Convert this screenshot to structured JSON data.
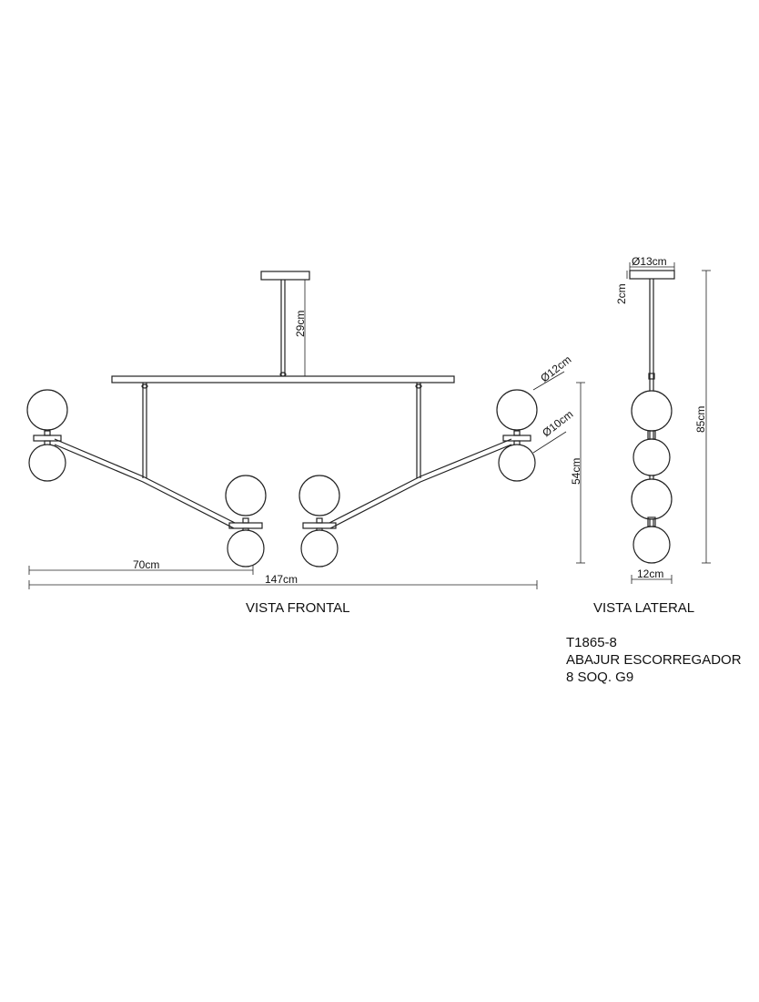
{
  "front_view": {
    "dim_height": "29cm",
    "dim_globe_large": "Ø12cm",
    "dim_globe_small": "Ø10cm",
    "dim_drop": "54cm",
    "dim_half_width": "70cm",
    "dim_total_width": "147cm",
    "caption": "VISTA FRONTAL"
  },
  "side_view": {
    "dim_canopy": "Ø13cm",
    "dim_canopy_height": "2cm",
    "dim_total_height": "85cm",
    "dim_depth": "12cm",
    "caption": "VISTA LATERAL"
  },
  "product": {
    "code": "T1865-8",
    "name": "ABAJUR ESCORREGADOR",
    "sockets": "8 SOQ. G9"
  }
}
